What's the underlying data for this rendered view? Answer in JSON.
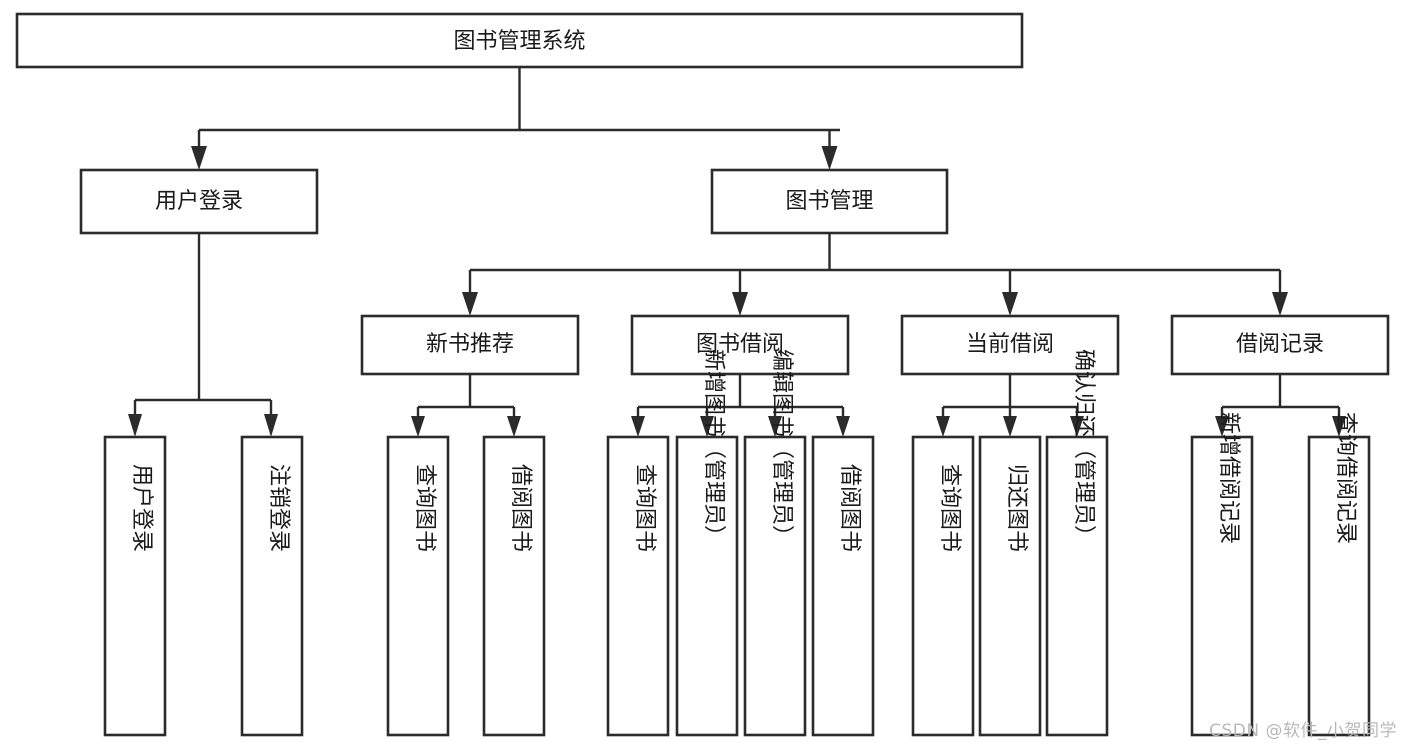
{
  "diagram": {
    "type": "tree-hierarchy",
    "orientation": "top-down",
    "title": "图书管理系统",
    "colors": {
      "box_fill": "#ffffff",
      "box_stroke": "#2b2b2b",
      "text": "#1a1a1a",
      "background": "#ffffff",
      "watermark": "#b9b9b9"
    },
    "root": {
      "label": "图书管理系统"
    },
    "level2": [
      {
        "label": "用户登录"
      },
      {
        "label": "图书管理"
      }
    ],
    "level3": [
      {
        "label": "新书推荐"
      },
      {
        "label": "图书借阅"
      },
      {
        "label": "当前借阅"
      },
      {
        "label": "借阅记录"
      }
    ],
    "leaves": {
      "user_login": [
        {
          "label": "用户登录"
        },
        {
          "label": "注销登录"
        }
      ],
      "new_book_recommend": [
        {
          "label": "查询图书"
        },
        {
          "label": "借阅图书"
        }
      ],
      "book_borrow": [
        {
          "label": "查询图书"
        },
        {
          "label": "新增图书（管理员）"
        },
        {
          "label": "编辑图书（管理员）"
        },
        {
          "label": "借阅图书"
        }
      ],
      "current_borrow": [
        {
          "label": "查询图书"
        },
        {
          "label": "归还图书"
        },
        {
          "label": "确认归还（管理员）"
        }
      ],
      "borrow_record": [
        {
          "label": "新增借阅记录"
        },
        {
          "label": "查询借阅记录"
        }
      ]
    }
  },
  "watermark": {
    "text": "CSDN @软件_小贺同学"
  }
}
